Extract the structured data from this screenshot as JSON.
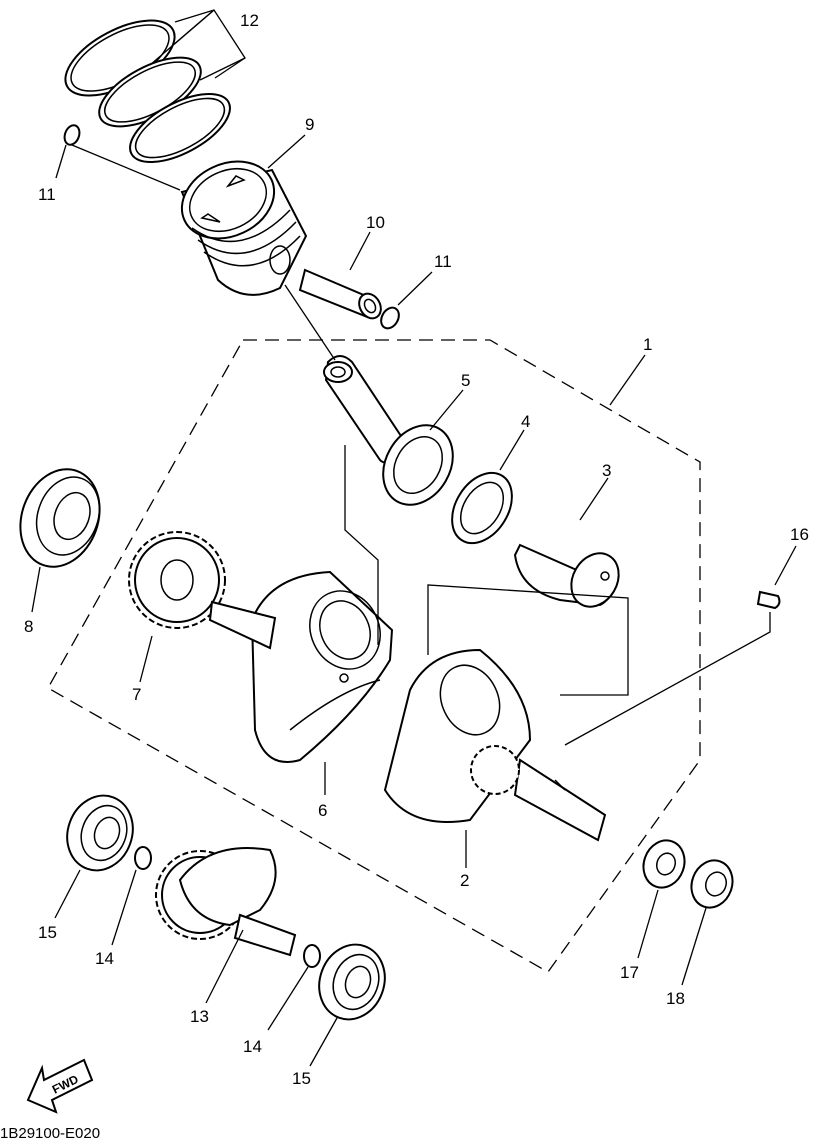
{
  "diagram": {
    "drawing_code": "1B29100-E020",
    "direction_tag": "FWD",
    "callouts": [
      {
        "id": "c1",
        "text": "1"
      },
      {
        "id": "c2",
        "text": "2"
      },
      {
        "id": "c3",
        "text": "3"
      },
      {
        "id": "c4",
        "text": "4"
      },
      {
        "id": "c5",
        "text": "5"
      },
      {
        "id": "c6",
        "text": "6"
      },
      {
        "id": "c7",
        "text": "7"
      },
      {
        "id": "c8",
        "text": "8"
      },
      {
        "id": "c9",
        "text": "9"
      },
      {
        "id": "c10",
        "text": "10"
      },
      {
        "id": "c11a",
        "text": "11"
      },
      {
        "id": "c11b",
        "text": "11"
      },
      {
        "id": "c12",
        "text": "12"
      },
      {
        "id": "c13",
        "text": "13"
      },
      {
        "id": "c14a",
        "text": "14"
      },
      {
        "id": "c14b",
        "text": "14"
      },
      {
        "id": "c15a",
        "text": "15"
      },
      {
        "id": "c15b",
        "text": "15"
      },
      {
        "id": "c16",
        "text": "16"
      },
      {
        "id": "c17",
        "text": "17"
      },
      {
        "id": "c18",
        "text": "18"
      }
    ]
  }
}
